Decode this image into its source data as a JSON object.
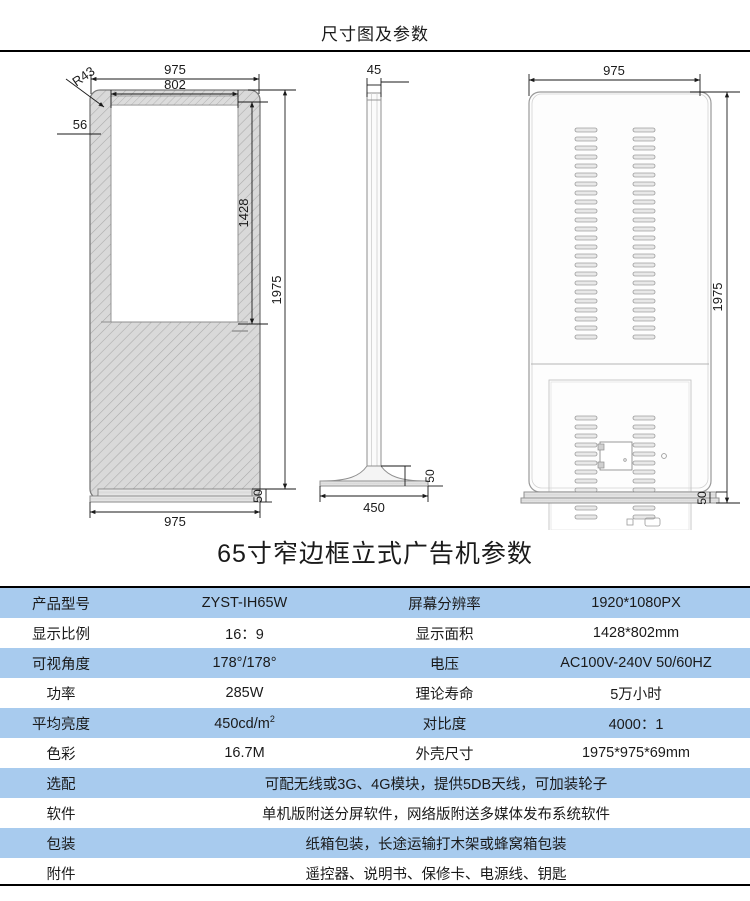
{
  "header": {
    "title": "尺寸图及参数"
  },
  "section": {
    "title": "65寸窄边框立式广告机参数"
  },
  "drawing": {
    "front_view": {
      "dim_overall_width_top": "975",
      "dim_screen_width": "802",
      "dim_corner_radius": "R43",
      "dim_bezel": "56",
      "dim_screen_height": "1428",
      "dim_overall_height": "1975",
      "dim_base_height": "50",
      "dim_overall_width_bottom": "975"
    },
    "side_view": {
      "dim_depth": "45",
      "dim_base_depth": "450",
      "dim_base_height": "50"
    },
    "rear_view": {
      "dim_width": "975",
      "dim_height": "1975",
      "dim_base_height": "50"
    }
  },
  "spec_table": {
    "rows": [
      {
        "shaded": true,
        "full": false,
        "k1": "产品型号",
        "v1": "ZYST-IH65W",
        "k2": "屏幕分辨率",
        "v2": "1920*1080PX"
      },
      {
        "shaded": false,
        "full": false,
        "k1": "显示比例",
        "v1": "16：9",
        "k2": "显示面积",
        "v2": "1428*802mm"
      },
      {
        "shaded": true,
        "full": false,
        "k1": "可视角度",
        "v1": "178°/178°",
        "k2": "电压",
        "v2": "AC100V-240V 50/60HZ"
      },
      {
        "shaded": false,
        "full": false,
        "k1": "功率",
        "v1": "285W",
        "k2": "理论寿命",
        "v2": "5万小时"
      },
      {
        "shaded": true,
        "full": false,
        "k1": "平均亮度",
        "v1": "450cd/m²",
        "k2": "对比度",
        "v2": "4000：1"
      },
      {
        "shaded": false,
        "full": false,
        "k1": "色彩",
        "v1": "16.7M",
        "k2": "外壳尺寸",
        "v2": "1975*975*69mm"
      },
      {
        "shaded": true,
        "full": true,
        "k1": "选配",
        "v1": "可配无线或3G、4G模块，提供5DB天线，可加装轮子"
      },
      {
        "shaded": false,
        "full": true,
        "k1": "软件",
        "v1": "单机版附送分屏软件，网络版附送多媒体发布系统软件"
      },
      {
        "shaded": true,
        "full": true,
        "k1": "包装",
        "v1": "纸箱包装，长途运输打木架或蜂窝箱包装"
      },
      {
        "shaded": false,
        "full": true,
        "k1": "附件",
        "v1": "遥控器、说明书、保修卡、电源线、钥匙"
      }
    ]
  },
  "colors": {
    "row_shaded": "#a8cbee",
    "row_plain": "#ffffff",
    "rule": "#000000",
    "drawing_line": "#6b6b6b",
    "hatch_fill": "#d8d8d8"
  }
}
